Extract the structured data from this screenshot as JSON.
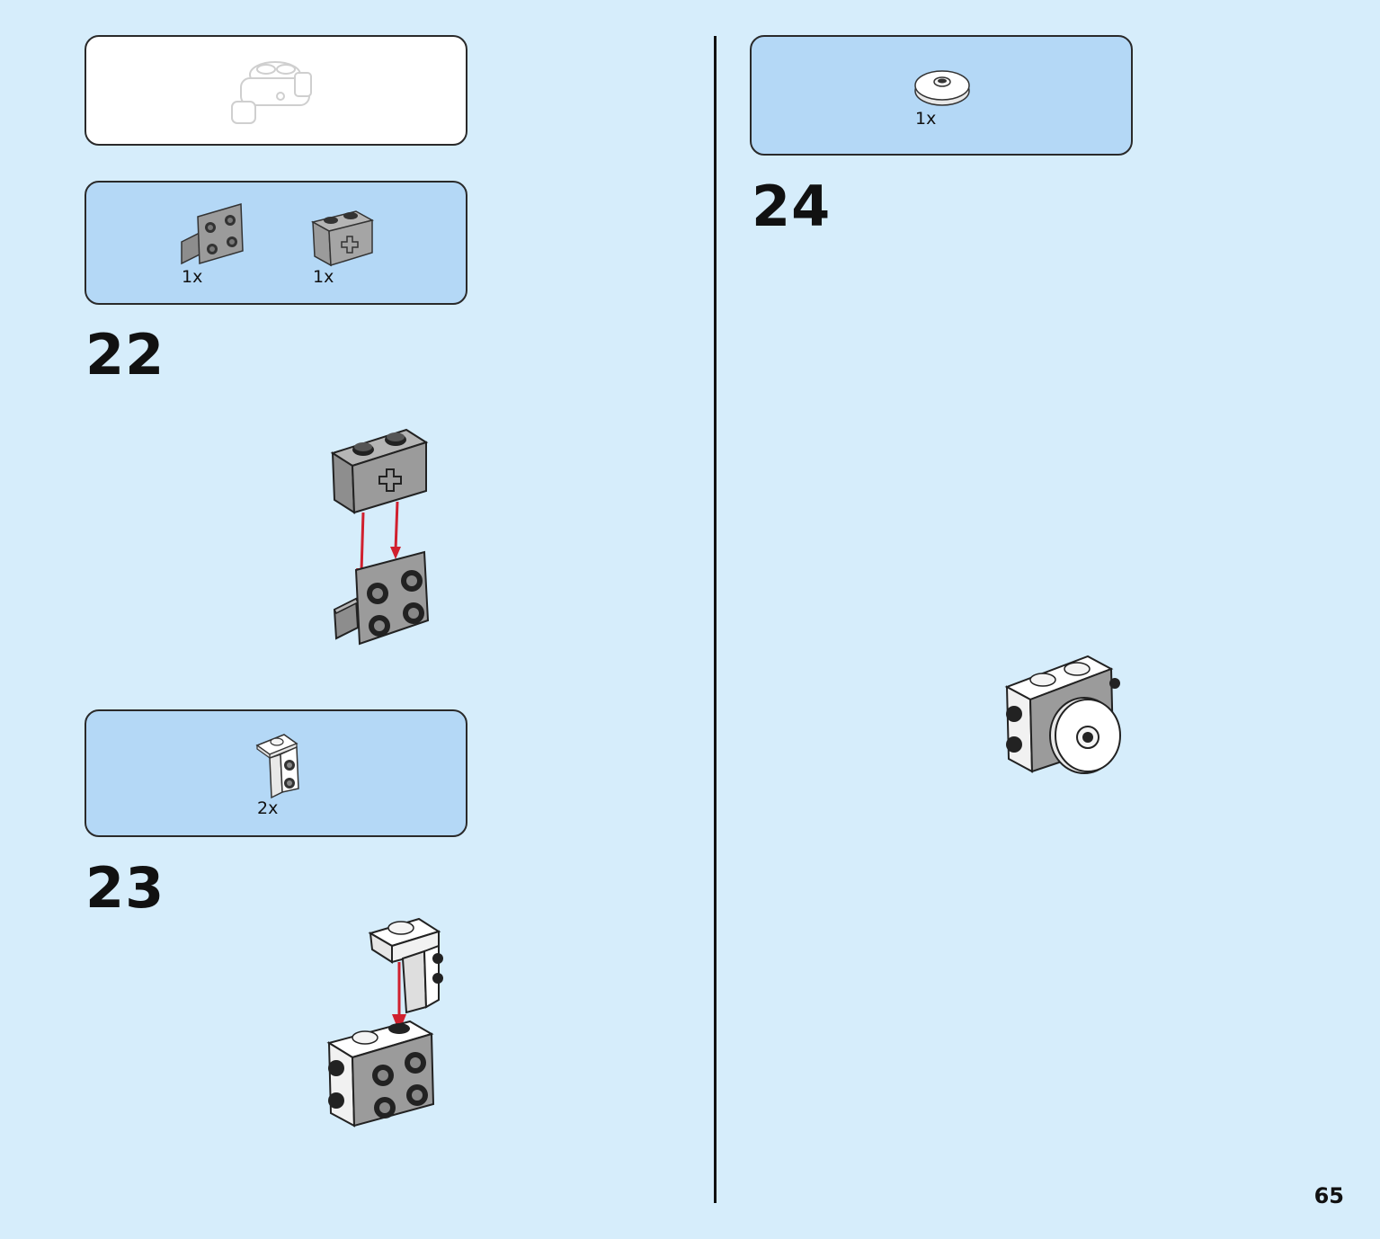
{
  "steps": [
    {
      "number": "22",
      "parts": [
        {
          "qty": "1x",
          "icon": "bracket-1x2-2x2-gray-icon"
        },
        {
          "qty": "1x",
          "icon": "technic-brick-1x2-axle-hole-gray-icon"
        }
      ]
    },
    {
      "number": "23",
      "parts": [
        {
          "qty": "2x",
          "icon": "bracket-1x1-1x1-white-icon"
        }
      ]
    },
    {
      "number": "24",
      "parts": [
        {
          "qty": "1x",
          "icon": "round-tile-2x2-white-icon"
        }
      ]
    }
  ],
  "page": {
    "number": "65"
  },
  "colors": {
    "background": "#d6edfb",
    "parts_panel": "#b4d8f6",
    "arrow": "#d0202e",
    "gray_brick": "#9b9b9b"
  }
}
